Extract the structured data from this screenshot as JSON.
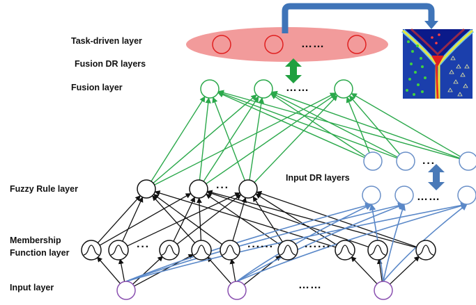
{
  "labels": {
    "task_driven": "Task-driven layer",
    "fusion_dr": "Fusion  DR layers",
    "fusion": "Fusion  layer",
    "fuzzy_rule": "Fuzzy Rule layer",
    "input_dr": "Input DR  layers",
    "membership_1": "Membership",
    "membership_2": "Function layer",
    "input": "Input layer"
  },
  "ellipsis": "……",
  "colors": {
    "task_fill": "#f08a8a",
    "task_node": "#e02020",
    "fusion_node": "#2aa84a",
    "fusion_arrow": "#20a040",
    "fuzzy_node": "#111111",
    "input_dr_node": "#6a90c8",
    "input_dr_arrow": "#4a7ab8",
    "input_node": "#8a50b0",
    "top_arrow": "#4a80c0",
    "black_edge": "#111111",
    "blue_edge": "#5a88c8",
    "green_edge": "#2aa84a"
  },
  "icons": {
    "up_down_arrow": "double-headed-arrow",
    "membership_icon": "bell-curve",
    "heatmap": "classification-heatmap"
  }
}
